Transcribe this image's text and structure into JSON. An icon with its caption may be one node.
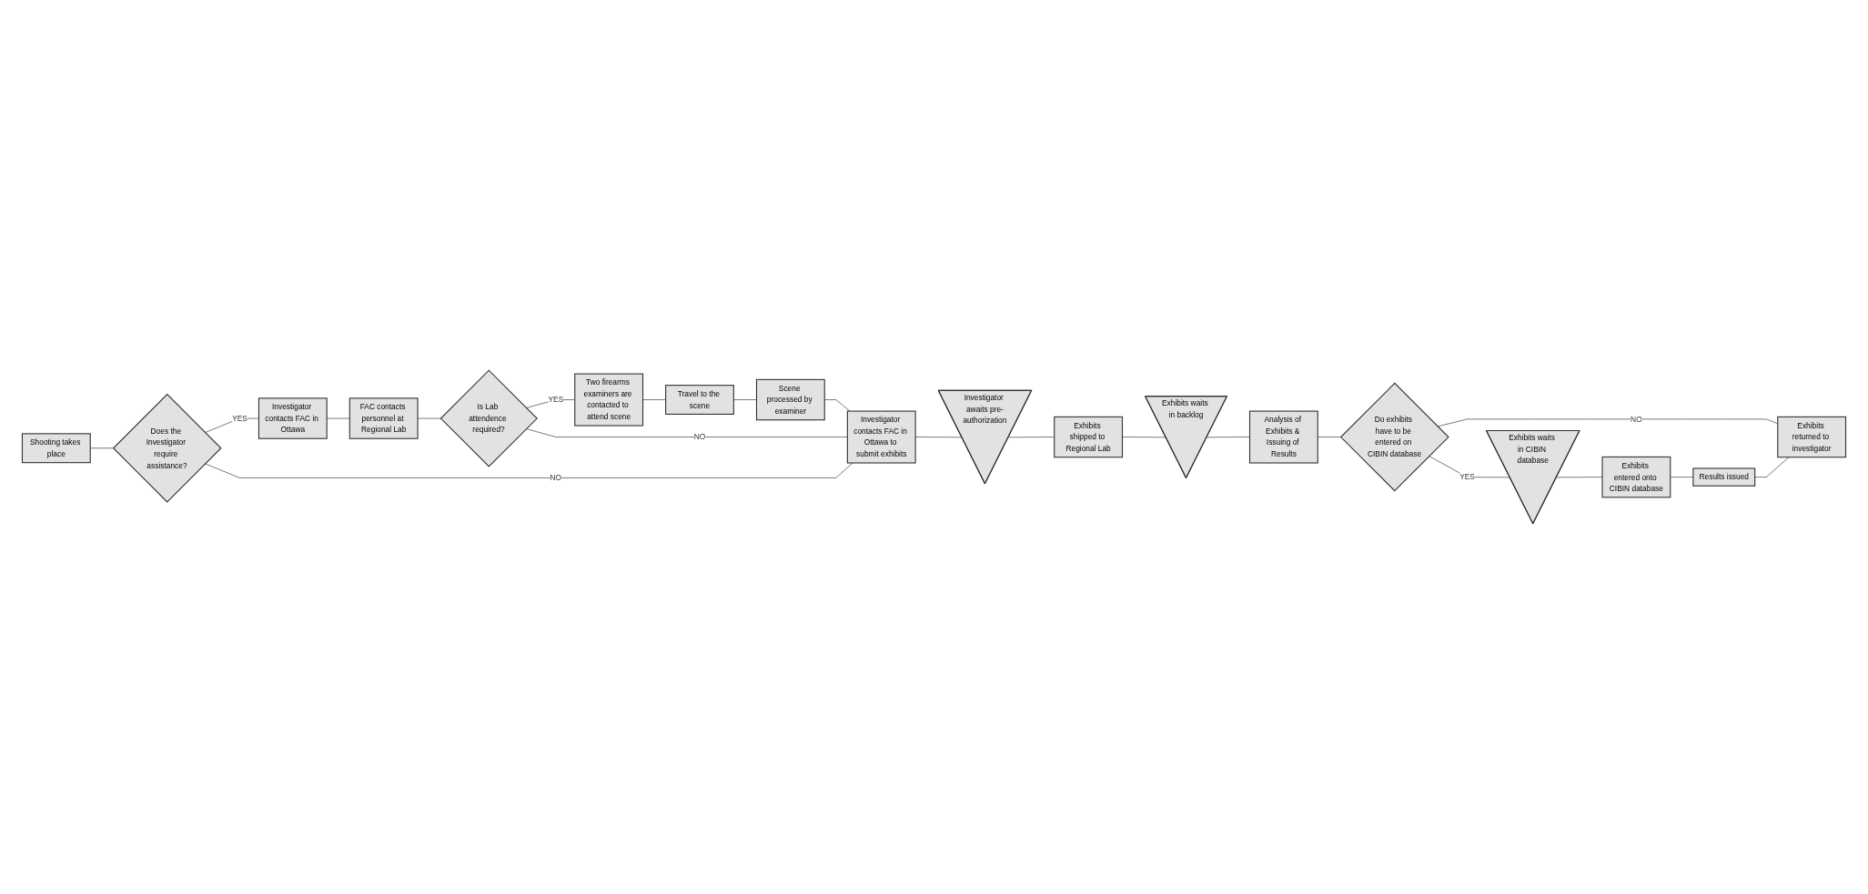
{
  "diagram": {
    "nodes": [
      {
        "text": [
          "Shooting takes place"
        ]
      },
      {
        "text": [
          "Does the Investigator require assistance?"
        ]
      },
      {
        "text": [
          "Investigator contacts FAC in Ottawa"
        ]
      },
      {
        "text": [
          "FAC contacts personnel at Regional Lab"
        ]
      },
      {
        "text": [
          "Is Lab attendence required?"
        ]
      },
      {
        "text": [
          "Two firearms examiners are contacted to attend scene"
        ]
      },
      {
        "text": [
          "Travel to the scene"
        ]
      },
      {
        "text": [
          "Scene processed by examiner"
        ]
      },
      {
        "text": [
          "Investigator contacts FAC in Ottawa to submit exhibits"
        ]
      },
      {
        "text": [
          "Investigator awaits pre-authorization"
        ]
      },
      {
        "text": [
          "Exhibits shipped to Regional Lab"
        ]
      },
      {
        "text": [
          "Exhibits waits in backlog"
        ]
      },
      {
        "text": [
          "Analysis of Exhibits & Issuing of Results"
        ]
      },
      {
        "text": [
          "Do exhibits have to be entered on CIBIN database"
        ]
      },
      {
        "text": [
          "Exhibits returned to investigator"
        ]
      },
      {
        "text": [
          "Exhibits waits in CIBIN database"
        ]
      },
      {
        "text": [
          "Exhibits entered onto CIBIN database"
        ]
      },
      {
        "text": [
          "Results issued"
        ]
      }
    ],
    "edges": [
      {
        "from": 0,
        "to": 1,
        "arrow": "none"
      },
      {
        "from": 1,
        "to": 2,
        "arrow": "none",
        "label": "YES"
      },
      {
        "from": 2,
        "to": 3,
        "arrow": "none"
      },
      {
        "from": 3,
        "to": 4,
        "arrow": "none"
      },
      {
        "from": 4,
        "to": 5,
        "arrow": "none",
        "label": "YES"
      },
      {
        "from": 5,
        "to": 6,
        "arrow": "none"
      },
      {
        "from": 6,
        "to": 7,
        "arrow": "none"
      },
      {
        "from": 7,
        "to": 8,
        "arrow": "none"
      },
      {
        "from": 4,
        "to": 8,
        "arrow": "none",
        "label": "NO"
      },
      {
        "from": 1,
        "to": 8,
        "arrow": "none",
        "label": "NO"
      },
      {
        "from": 8,
        "to": 9,
        "arrow": "none"
      },
      {
        "from": 9,
        "to": 10,
        "arrow": "none"
      },
      {
        "from": 10,
        "to": 11,
        "arrow": "none"
      },
      {
        "from": 11,
        "to": 12,
        "arrow": "none"
      },
      {
        "from": 12,
        "to": 13,
        "arrow": "none"
      },
      {
        "from": 13,
        "to": 14,
        "arrow": "none",
        "label": "NO"
      },
      {
        "from": 13,
        "to": 15,
        "arrow": "none",
        "label": "YES"
      },
      {
        "from": 15,
        "to": 16,
        "arrow": "none"
      },
      {
        "from": 16,
        "to": 17,
        "arrow": "none"
      },
      {
        "from": 17,
        "to": 14,
        "arrow": "none"
      }
    ]
  }
}
